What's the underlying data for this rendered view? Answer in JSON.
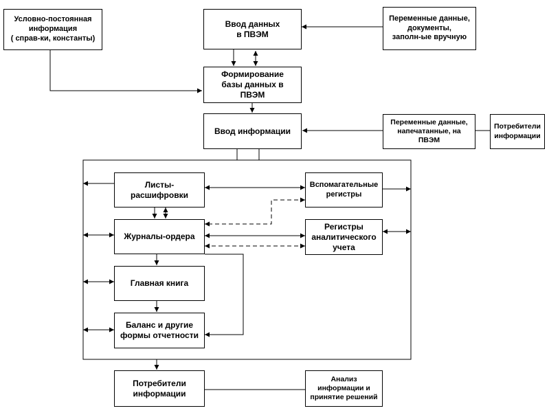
{
  "diagram": {
    "boxes": {
      "conditional_info": "Условно-постоянная\nинформация\n( справ-ки, константы)",
      "data_input": "Ввод данных\nв ПВЭМ",
      "variable_manual": "Переменные данные,\nдокументы,\nзаполн-ые вручную",
      "db_forming": "Формирование\nбазы данных в\nПВЭМ",
      "info_input": "Ввод информации",
      "variable_printed": "Переменные данные,\nнапечатанные, на\nПВЭМ",
      "consumers_right": "Потребители\nинформации",
      "decoding_sheets": "Листы-\nрасшифровки",
      "aux_registers": "Вспомагательные\nрегистры",
      "journals": "Журналы-ордера",
      "analytic_registers": "Регистры\nаналитического\nучета",
      "general_ledger": "Главная книга",
      "balance": "Баланс и другие\nформы отчетности",
      "consumers_bottom": "Потребители\nинформации",
      "analysis": "Анализ\nинформации и\nпринятие решений"
    }
  }
}
